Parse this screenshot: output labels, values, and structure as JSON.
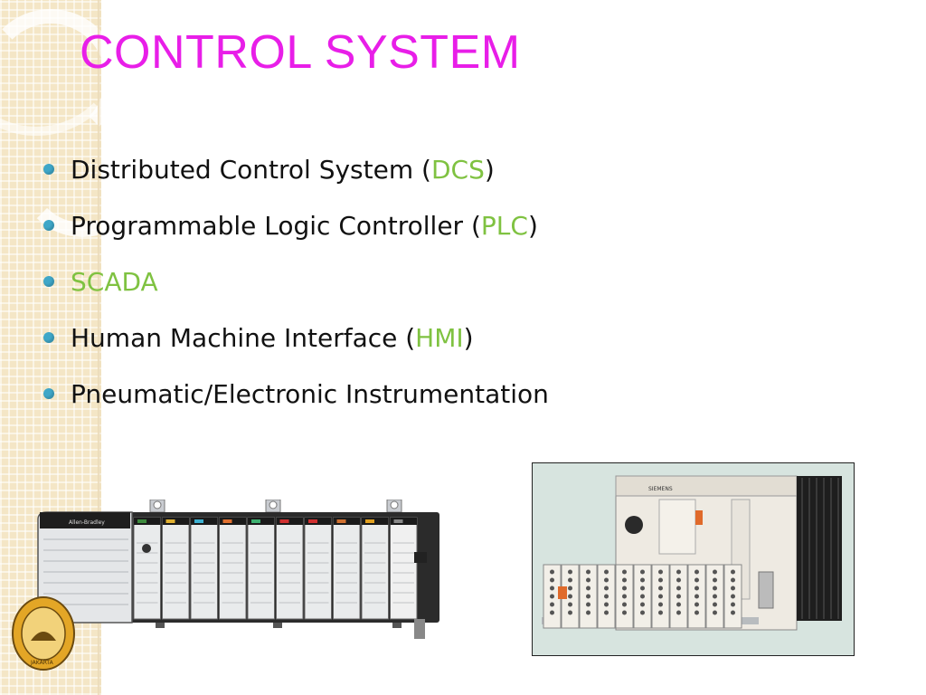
{
  "slide": {
    "title": "CONTROL SYSTEM",
    "bullets": [
      {
        "before": "Distributed Control System (",
        "highlight": "DCS",
        "after": ")"
      },
      {
        "before": "Programmable Logic Controller (",
        "highlight": "PLC",
        "after": ")"
      },
      {
        "before": "",
        "highlight": "SCADA",
        "after": ""
      },
      {
        "before": "Human Machine Interface (",
        "highlight": "HMI",
        "after": ")"
      },
      {
        "before": "Pneumatic/Electronic Instrumentation",
        "highlight": "",
        "after": ""
      }
    ]
  },
  "images": {
    "plc_brand": "Allen-Bradley",
    "siemens_brand": "SIEMENS",
    "seal_text": "JAKARTA"
  },
  "colors": {
    "title": "#e81ee8",
    "highlight": "#7fc241",
    "bullet_dot": "#3fa7c8",
    "band": "#f4e6c6"
  }
}
